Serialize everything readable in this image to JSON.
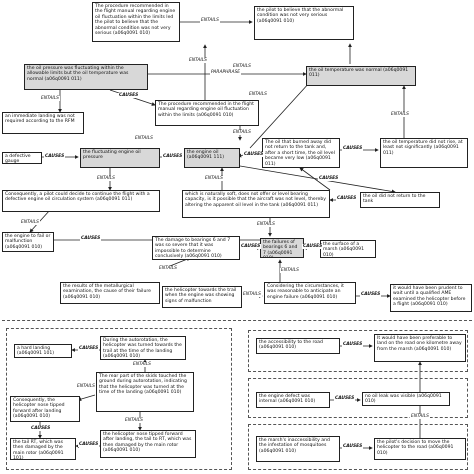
{
  "nodes": {
    "n1": "The procedure recommended in the flight manual regarding engine oil fluctuation within the limits led the pilot to believe that the abnormal condition was not very serious (a06q0091 010)",
    "n2": "the pilot to believe that the abnormal condition was not very serious (a06q0091 010)",
    "n3": "the oil pressure was fluctuating within the allowable limits but the oil temperature was normal (a06q0091 011)",
    "n4": "the oil temperature was normal (a06q0091 011)",
    "n5": "an immediate landing was not required according to the RFM",
    "n6": "The procedure recommended in the flight manual regarding engine oil fluctuation within the limits (a06q0091 010)",
    "n7": "a defective gauge",
    "n8": "the fluctuating engine oil pressure",
    "n9": "the engine oil (a06q0091 111)",
    "n10": "The oil that burned away did not return to the tank and, after a short time, the oil level became very low (a06q0091 011)",
    "n11": "the oil temperature did not rise, at least not significantly (a06q0091 011)",
    "n12": "Consequently, a pilot could decide to continue the flight with a defective engine oil circulation system (a06q0091 011)",
    "n13": "which is naturally soft, does not offer or level bearing capacity, is it possible that the aircraft was not level, thereby altering the apparent oil level in the tank (a06q0091 011)",
    "n14": "the oil did not return to the tank",
    "n15": "the engine to fail or malfunction (a06q0091 010)",
    "n16": "The damage to bearings 6 and 7 was so severe that it was impossible to determine conclusively (a06q0091 010)",
    "n17": "the failures of bearings 6 and 7 (a06q0091 010)",
    "n18": "the surface of a marsh (a06q0091 010)",
    "n19": "the results of the metallurgical examination, the cause of their failure (a06q0091 010)",
    "n20": "the helicopter towards the trail when the engine was showing signs of malfunction",
    "n21": "Considering the circumstances, it was reasonable to anticipate an engine failure (a06q0091 010)",
    "n22": "it would have been prudent to wait until a qualified AME examined the helicopter before a flight (a06q0091 010)",
    "b1": "a hard landing (a06q0091 101)",
    "b2": "During the autorotation, the helicopter was turned towards the trail at the time of the landing (a06q0091 010)",
    "b3": "The rear part of the skids touched the ground during autorotation, indicating that the helicopter was turned at the time of the landing (a06q0091 010)",
    "b4": "Consequently, the helicopter nose tipped forward after landing (a06q0091 010)",
    "b5": "the tail RT, which was then damaged by the main rotor (a06q0091 101)",
    "b6": "the helicopter nose tipped forward after landing, the tail to RT, which was then damaged by the main rotor (a06q0091 010)",
    "c1": "the accessibility to the road (a06q0091 010)",
    "c2": "It would have been preferable to land on the road one kilometre away from the marsh (a06q0091 010)",
    "c3": "the engine defect was internal (a06q0091 010)",
    "c4": "no oil leak was visible (a06q0091 010)",
    "c5": "the marsh's inaccessibility and the infestation of mosquitoes (a06q0091 010)",
    "c6": "the pilot's decision to move the helicopter to the road (a06q0091 010)"
  },
  "labels": {
    "entails": "ENTAILS",
    "causes": "CAUSES",
    "paraphrase": "PARAPHRASE"
  }
}
